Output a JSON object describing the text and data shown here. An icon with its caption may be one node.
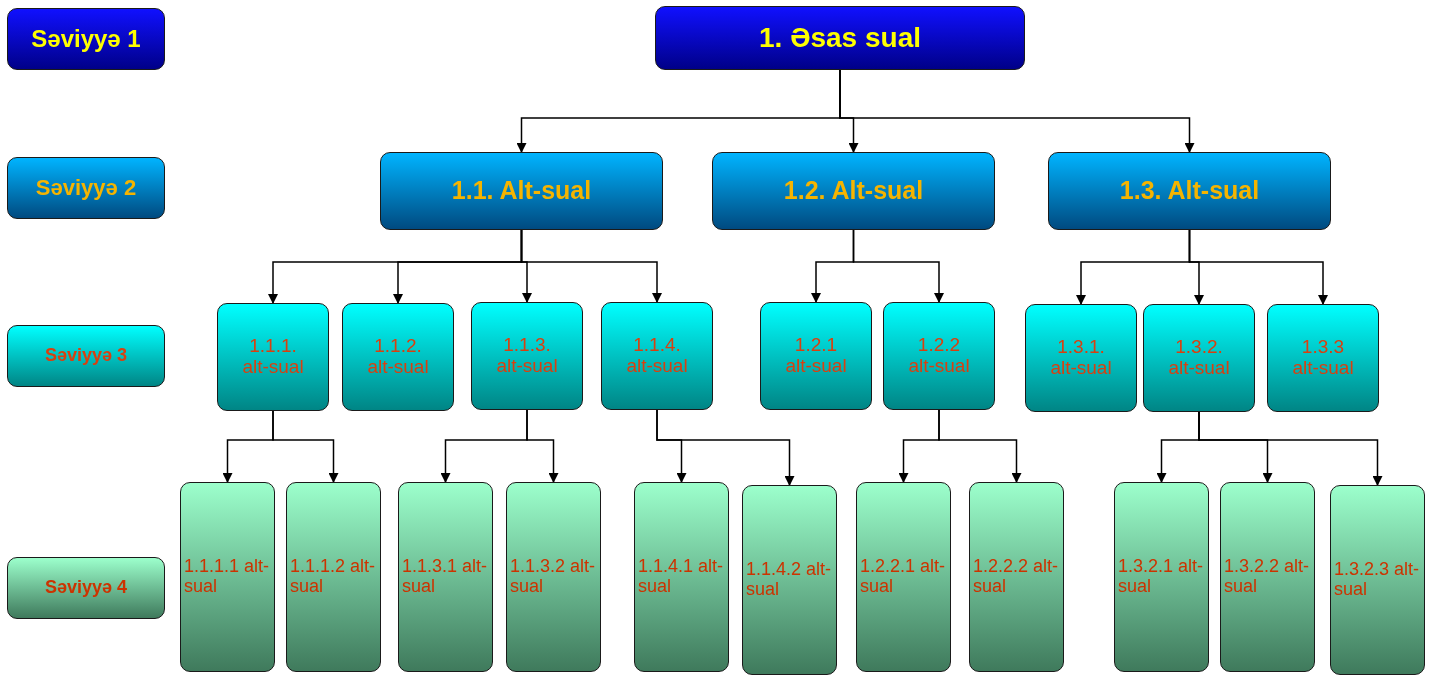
{
  "diagram": {
    "nodes": [
      {
        "text": [
          "Səviyyə 1"
        ]
      },
      {
        "text": [
          "1. Əsas sual"
        ]
      },
      {
        "text": [
          "Səviyyə 2"
        ]
      },
      {
        "text": [
          "1.1. Alt-sual"
        ]
      },
      {
        "text": [
          "1.2. Alt-sual"
        ]
      },
      {
        "text": [
          "1.3. Alt-sual"
        ]
      },
      {
        "text": [
          "Səviyyə 3"
        ]
      },
      {
        "text": [
          "1.1.1. alt-sual"
        ]
      },
      {
        "text": [
          "1.1.2. alt-sual"
        ]
      },
      {
        "text": [
          "1.1.3. alt-sual"
        ]
      },
      {
        "text": [
          "1.1.4. alt-sual"
        ]
      },
      {
        "text": [
          "1.2.1 alt-sual"
        ]
      },
      {
        "text": [
          "1.2.2 alt-sual"
        ]
      },
      {
        "text": [
          "1.3.1. alt-sual"
        ]
      },
      {
        "text": [
          "1.3.2. alt-sual"
        ]
      },
      {
        "text": [
          "1.3.3 alt-sual"
        ]
      },
      {
        "text": [
          "Səviyyə 4"
        ]
      },
      {
        "text": [
          "1.1.1.1 alt-sual"
        ]
      },
      {
        "text": [
          "1.1.1.2 alt-sual"
        ]
      },
      {
        "text": [
          "1.1.3.1 alt-sual"
        ]
      },
      {
        "text": [
          "1.1.3.2 alt-sual"
        ]
      },
      {
        "text": [
          "1.1.4.1 alt-sual"
        ]
      },
      {
        "text": [
          "1.1.4.2 alt-sual"
        ]
      },
      {
        "text": [
          "1.2.2.1 alt-sual"
        ]
      },
      {
        "text": [
          "1.2.2.2 alt-sual"
        ]
      },
      {
        "text": [
          "1.3.2.1 alt-sual"
        ]
      },
      {
        "text": [
          "1.3.2.2 alt-sual"
        ]
      },
      {
        "text": [
          "1.3.2.3 alt-sual"
        ]
      }
    ],
    "edges": [
      {
        "from": 1,
        "to": 3,
        "arrow": "to"
      },
      {
        "from": 1,
        "to": 4,
        "arrow": "to"
      },
      {
        "from": 1,
        "to": 5,
        "arrow": "to"
      },
      {
        "from": 3,
        "to": 7,
        "arrow": "to"
      },
      {
        "from": 3,
        "to": 8,
        "arrow": "to"
      },
      {
        "from": 3,
        "to": 9,
        "arrow": "to"
      },
      {
        "from": 3,
        "to": 10,
        "arrow": "to"
      },
      {
        "from": 4,
        "to": 11,
        "arrow": "to"
      },
      {
        "from": 4,
        "to": 12,
        "arrow": "to"
      },
      {
        "from": 5,
        "to": 13,
        "arrow": "to"
      },
      {
        "from": 5,
        "to": 14,
        "arrow": "to"
      },
      {
        "from": 5,
        "to": 15,
        "arrow": "to"
      },
      {
        "from": 7,
        "to": 17,
        "arrow": "to"
      },
      {
        "from": 7,
        "to": 18,
        "arrow": "to"
      },
      {
        "from": 9,
        "to": 19,
        "arrow": "to"
      },
      {
        "from": 9,
        "to": 20,
        "arrow": "to"
      },
      {
        "from": 10,
        "to": 21,
        "arrow": "to"
      },
      {
        "from": 10,
        "to": 22,
        "arrow": "to"
      },
      {
        "from": 12,
        "to": 23,
        "arrow": "to"
      },
      {
        "from": 12,
        "to": 24,
        "arrow": "to"
      },
      {
        "from": 14,
        "to": 25,
        "arrow": "to"
      },
      {
        "from": 14,
        "to": 26,
        "arrow": "to"
      },
      {
        "from": 14,
        "to": 27,
        "arrow": "to"
      }
    ]
  }
}
